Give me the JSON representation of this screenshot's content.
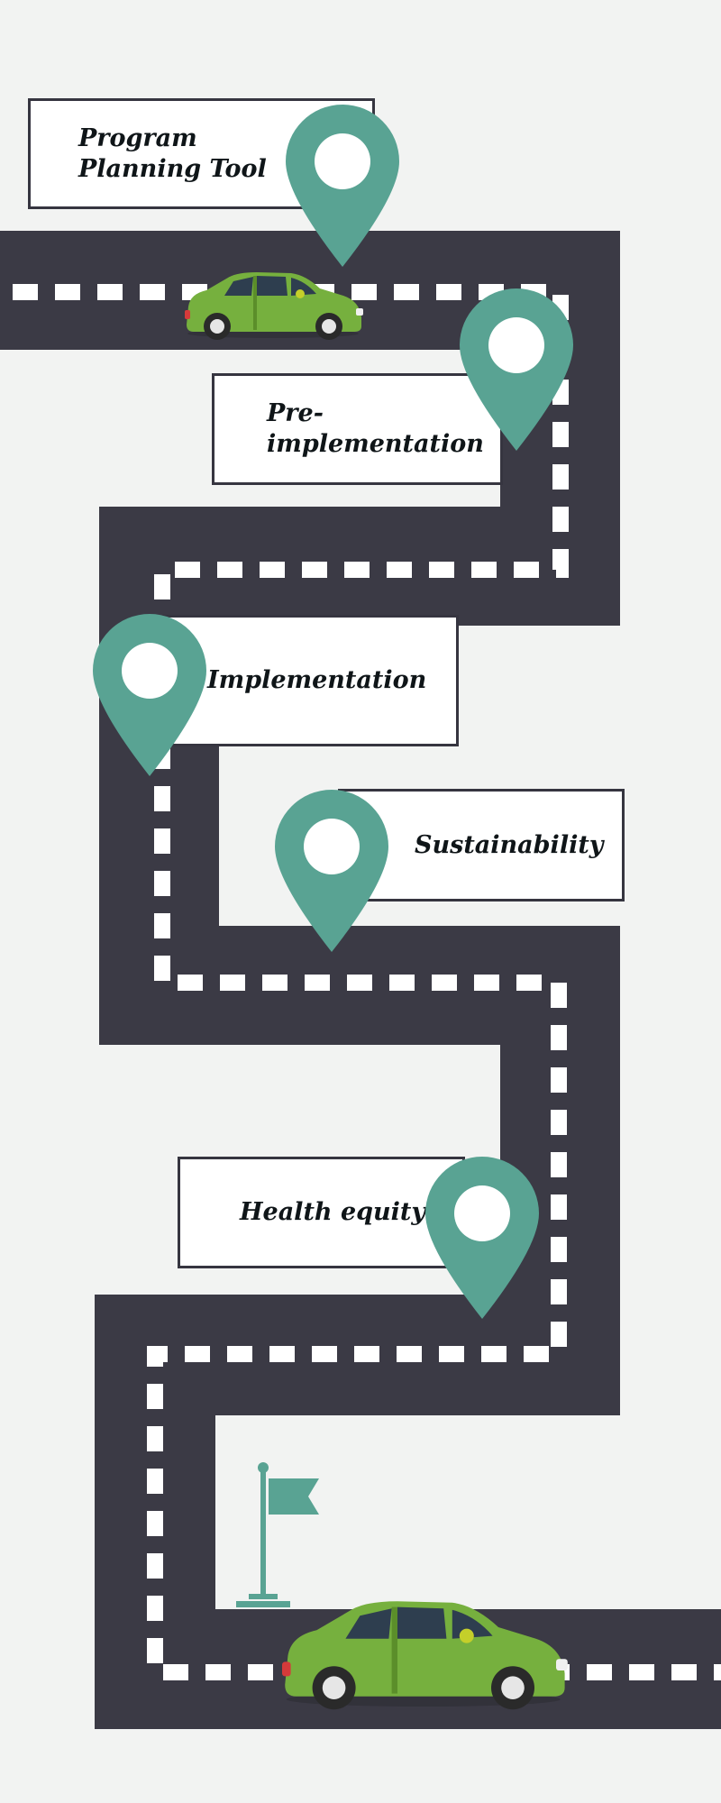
{
  "colors": {
    "background": "#f2f3f2",
    "road": "#3b3a45",
    "dash": "#ffffff",
    "pin": "#59a393",
    "label_border": "#363540",
    "car_body": "#76b03e",
    "label_text": "#0f1518"
  },
  "stages": [
    {
      "label": "Program Planning Tool"
    },
    {
      "label": "Pre-implementation"
    },
    {
      "label": "Implementation"
    },
    {
      "label": "Sustainability"
    },
    {
      "label": "Health equity"
    }
  ]
}
